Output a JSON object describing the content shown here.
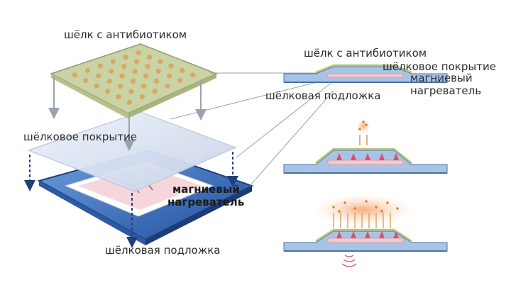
{
  "exploded_view": {
    "silk_antibiotic_label": "шёлк с антибиотиком",
    "silk_cover_label": "шёлковое покрытие",
    "magnesium_heater_label": "магниевый нагреватель",
    "magnesium_heater_line1": "магниевый",
    "magnesium_heater_line2": "нагреватель",
    "silk_substrate_label": "шёлковая подложка"
  },
  "cross_section": {
    "silk_antibiotic_label": "шёлк с антибиотиком",
    "silk_cover_label": "шёлковое покрытие",
    "magnesium_heater_line1": "магниевый",
    "magnesium_heater_line2": "нагреватель",
    "silk_substrate_label": "шёлковая подложка"
  },
  "colors": {
    "silk_antibiotic_layer": "#c9d3a3",
    "antibiotic_dots": "#d9a05c",
    "silk_cover": "#dce4f1",
    "heater": "#f2c9cf",
    "heater_lines": "#a0404c",
    "substrate": "#3a6fc0",
    "section_substrate": "#a9c3e6",
    "heat_wave": "#d9506a",
    "release_glow": "#f6b27a"
  }
}
